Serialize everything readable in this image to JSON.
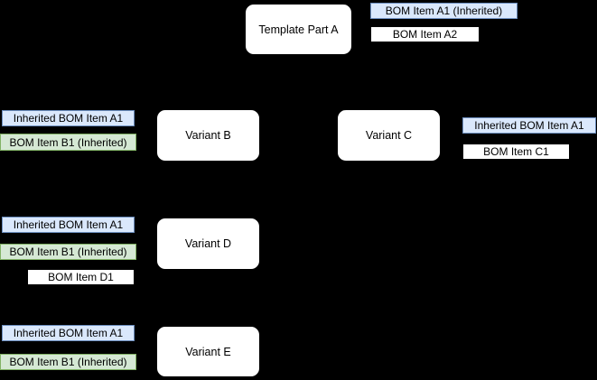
{
  "nodes": [
    {
      "id": "template-part-a",
      "label": "Template Part A"
    },
    {
      "id": "variant-b",
      "label": "Variant B"
    },
    {
      "id": "variant-c",
      "label": "Variant C"
    },
    {
      "id": "variant-d",
      "label": "Variant D"
    },
    {
      "id": "variant-e",
      "label": "Variant E"
    }
  ],
  "bom_items": [
    {
      "owner": "template-part-a",
      "text": "BOM Item A1 (Inherited)",
      "style": "inherited"
    },
    {
      "owner": "template-part-a",
      "text": "BOM Item A2",
      "style": "plain"
    },
    {
      "owner": "variant-b",
      "text": "Inherited BOM Item A1",
      "style": "inherited"
    },
    {
      "owner": "variant-b",
      "text": "BOM Item B1 (Inherited)",
      "style": "local-inherited"
    },
    {
      "owner": "variant-c",
      "text": "Inherited BOM Item A1",
      "style": "inherited"
    },
    {
      "owner": "variant-c",
      "text": "BOM Item C1",
      "style": "plain"
    },
    {
      "owner": "variant-d",
      "text": "Inherited BOM Item A1",
      "style": "inherited"
    },
    {
      "owner": "variant-d",
      "text": "BOM Item B1 (Inherited)",
      "style": "local-inherited"
    },
    {
      "owner": "variant-d",
      "text": "BOM Item D1",
      "style": "plain"
    },
    {
      "owner": "variant-e",
      "text": "Inherited BOM Item A1",
      "style": "inherited"
    },
    {
      "owner": "variant-e",
      "text": "BOM Item B1 (Inherited)",
      "style": "local-inherited"
    }
  ],
  "colors": {
    "background": "#000000",
    "node_fill": "#ffffff",
    "node_text": "#000000",
    "inherited_fill": "#dae8fc",
    "inherited_border": "#6c8ebf",
    "local_inherited_fill": "#d5e8d4",
    "local_inherited_border": "#82b366",
    "plain_fill": "#ffffff",
    "plain_border": "#000000"
  }
}
